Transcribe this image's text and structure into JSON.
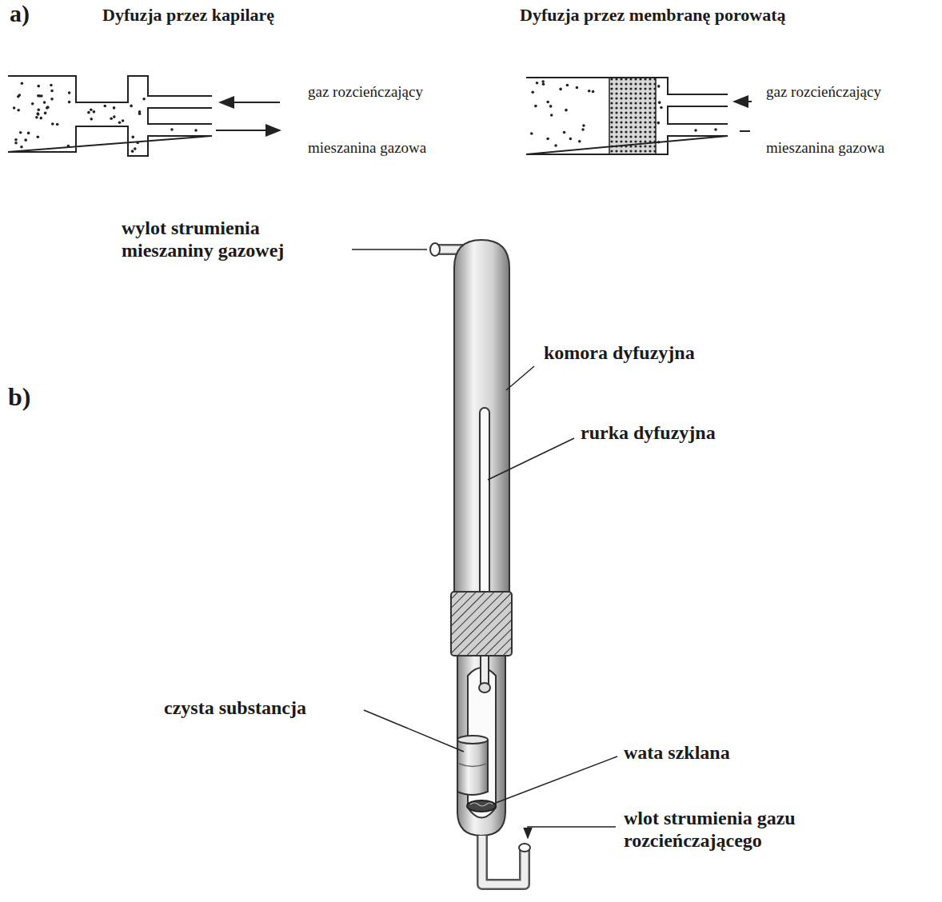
{
  "diagram": {
    "labels": [
      "a)",
      "Dyfuzja przez kapilarę",
      "Dyfuzja przez membranę porowatą",
      "gaz rozcieńczający",
      "mieszanina gazowa",
      "gaz rozcieńczający",
      "mieszanina gazowa",
      "b)",
      "wylot strumienia mieszaniny gazowej",
      "komora dyfuzyjna",
      "rurka dyfuzyjna",
      "czysta substancja",
      "wata szklana",
      "wlot strumienia gazu rozcieńczającego"
    ]
  }
}
